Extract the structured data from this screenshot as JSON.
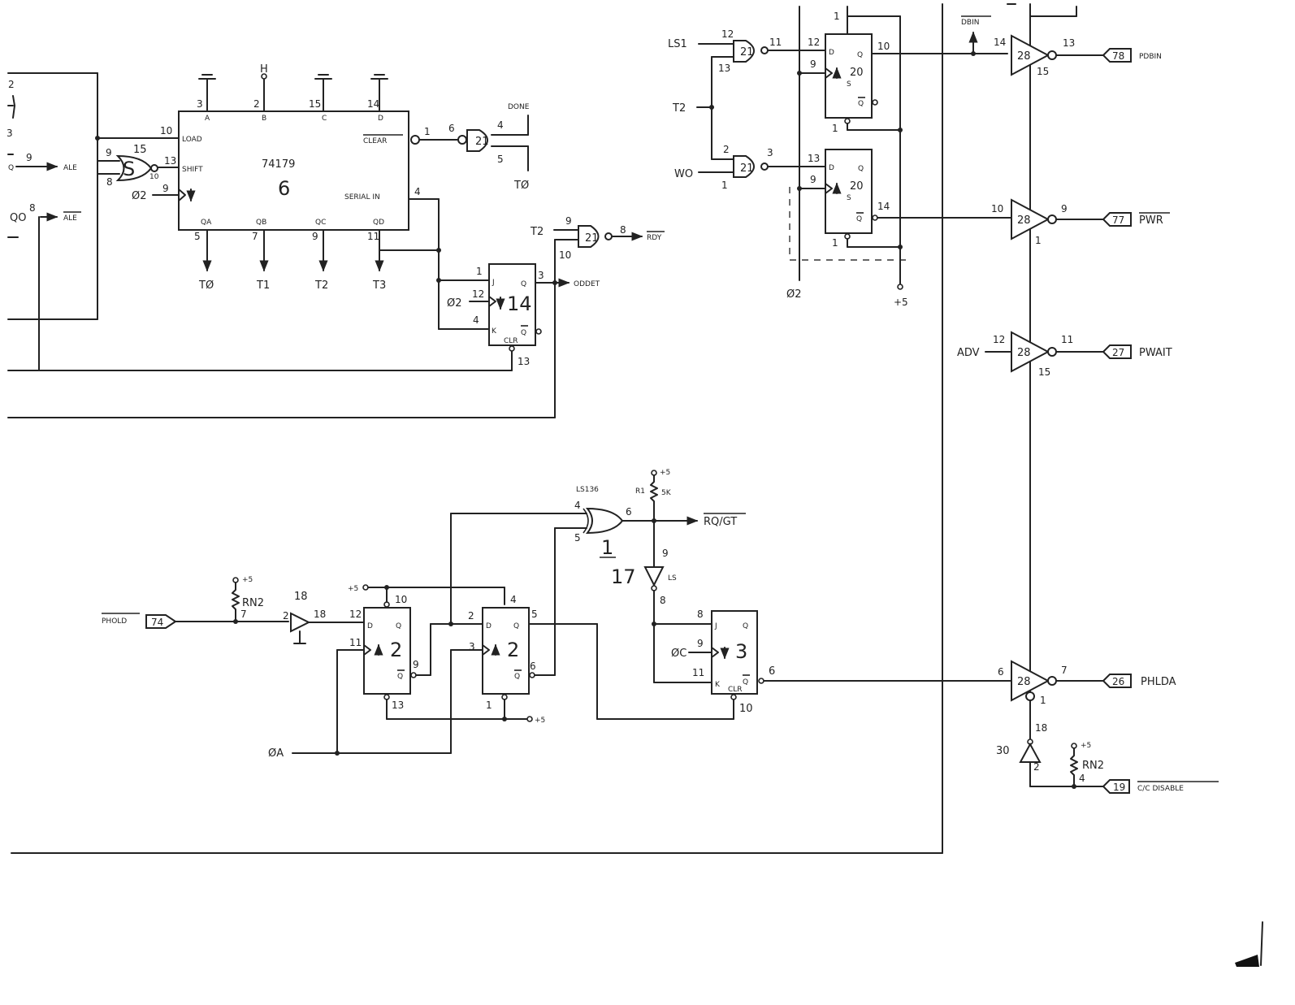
{
  "ic_74179": {
    "part": "74179",
    "ref": "6"
  },
  "pins": {
    "c1_q9": "9",
    "c1_q8": "8",
    "c1_2": "2",
    "c1_3": "3",
    "sr_p3": "3",
    "sr_p2": "2",
    "sr_p15": "15",
    "sr_p14": "14",
    "sr_p10": "10",
    "sr_p13": "13",
    "sr_p9": "9",
    "sr_p5": "5",
    "sr_p7": "7",
    "sr_p9b": "9",
    "sr_p11": "11",
    "sr_p1": "1",
    "sr_p4": "4",
    "s_p9": "9",
    "s_p8": "8",
    "s_p10": "10",
    "g21a_6": "6",
    "g21a_4": "4",
    "g21a_5": "5",
    "g21rdy_9": "9",
    "g21rdy_8": "8",
    "g21rdy_10": "10",
    "ff14_1": "1",
    "ff14_12": "12",
    "ff14_4": "4",
    "ff14_3": "3",
    "ff14_13": "13",
    "g21b_12": "12",
    "g21b_13": "13",
    "g21b_11": "11",
    "g21c_2": "2",
    "g21c_1": "1",
    "g21c_3": "3",
    "ff20a_12": "12",
    "ff20a_9": "9",
    "ff20a_10": "10",
    "ff20a_1": "1",
    "ff20b_13": "13",
    "ff20b_9": "9",
    "ff20b_14": "14",
    "ff20b_1": "1",
    "top_1": "1",
    "top_1b": "1",
    "b1_14": "14",
    "b1_13": "13",
    "b1_15": "15",
    "b2_10": "10",
    "b2_9": "9",
    "b2_1": "1",
    "b3_12": "12",
    "b3_11": "11",
    "b3_15": "15",
    "b4_6": "6",
    "b4_7": "7",
    "b4_1": "1",
    "inv30_18": "18",
    "inv30_2": "2",
    "rn2b_4": "4",
    "x1_4": "4",
    "x1_5": "5",
    "x1_6": "6",
    "inv17_9": "9",
    "inv17_8": "8",
    "r1": "R1",
    "r1_val": "5K",
    "buf18_2": "2",
    "buf18_18": "18",
    "rn2a_7": "7",
    "ff2a_12": "12",
    "ff2a_11": "11",
    "ff2a_10": "10",
    "ff2a_9": "9",
    "ff2a_13": "13",
    "ff2b_2": "2",
    "ff2b_3": "3",
    "ff2b_4": "4",
    "ff2b_5": "5",
    "ff2b_6": "6",
    "ff2b_1": "1",
    "ff3_8": "8",
    "ff3_9": "9",
    "ff3_11": "11",
    "ff3_6": "6",
    "ff3_10": "10"
  },
  "chip_refs": {
    "s_gate": "S",
    "s_gate_num": "15",
    "g21a": "21",
    "g21_rdy": "21",
    "ff14": "14",
    "g21b": "21",
    "g21c": "21",
    "ff20a": "20",
    "ff20b": "20",
    "b28_1": "28",
    "b28_2": "28",
    "b28_3": "28",
    "b28_4": "28",
    "inv30_num": "30",
    "xor_num": "1",
    "inv17_num": "17",
    "buf18_num": "18",
    "ff2a_num": "2",
    "ff2b_num": "2",
    "ff3_num": "3"
  },
  "ic_pin_names": {
    "load": "LOAD",
    "shift": "SHIFT",
    "clear": "CLEAR",
    "serial_in": "SERIAL IN",
    "a": "A",
    "b": "B",
    "c": "C",
    "d": "D",
    "qa": "QA",
    "qb": "QB",
    "qc": "QC",
    "qd": "QD",
    "d_q": "D",
    "q": "Q",
    "qbar": "Q",
    "j": "J",
    "k": "K",
    "clr": "CLR",
    "s": "S"
  },
  "signals": {
    "ale_out": "ALE",
    "ale_bar_out": "ALE",
    "q0_label": "QO",
    "c1_q_label": "Q",
    "h_label": "H",
    "done": "DONE",
    "t0_in": "TØ",
    "t0": "TØ",
    "t1": "T1",
    "t2": "T2",
    "t3": "T3",
    "phi2_sr": "Ø2",
    "phi2_ff": "Ø2",
    "t2_in": "T2",
    "rdy_out": "RDY",
    "odd_et": "ODDET",
    "ls1": "LS1",
    "t2_mid": "T2",
    "wo": "WO",
    "phi2_bus": "Ø2",
    "plus5_bus": "+5",
    "dbin": "DBIN",
    "adv": "ADV",
    "p78": "78",
    "pdbin": "PDBIN",
    "p77": "77",
    "pwr": "PWR",
    "p27": "27",
    "pwait": "PWAIT",
    "p26": "26",
    "phlda": "PHLDA",
    "p19": "19",
    "cc_disable": "C/C DISABLE",
    "rn2_b": "RN2",
    "plus5_rn2b": "+5",
    "ls136": "LS136",
    "rq_gt": "RQ/GT",
    "plus5_r1": "+5",
    "ls_tag": "LS",
    "phold": "PHOLD",
    "p74": "74",
    "rn2_a": "RN2",
    "plus5_rn2a": "+5",
    "plus5_ff2": "+5",
    "plus5_ff2_bottom": "+5",
    "phi_a": "ØA",
    "phi_c": "ØC"
  }
}
